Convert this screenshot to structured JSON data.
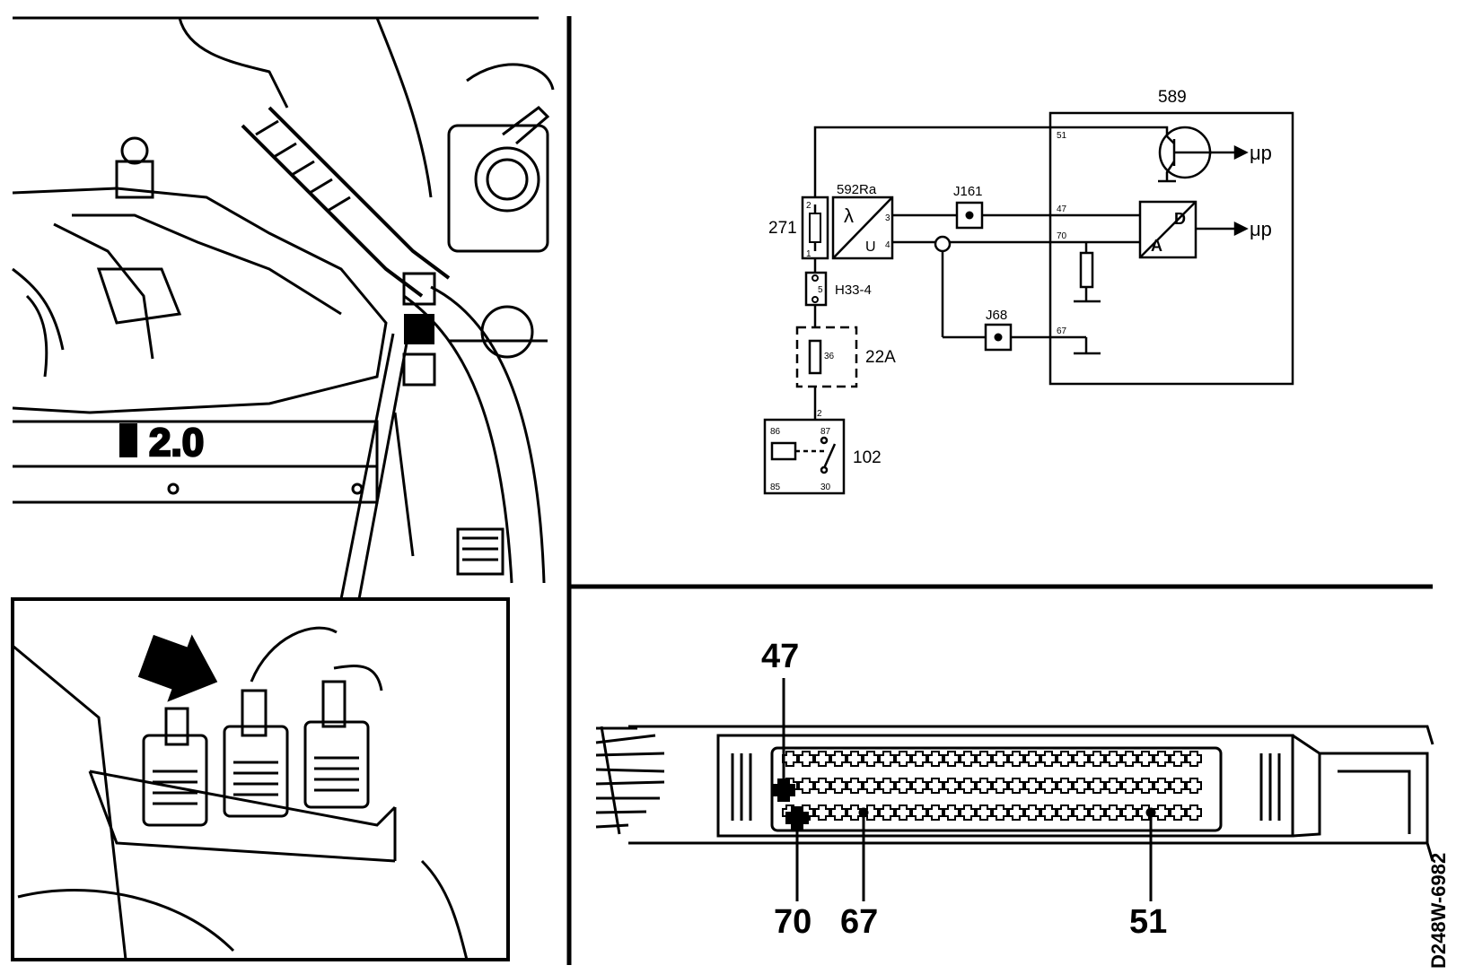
{
  "engine_view": {
    "badge": "2.0"
  },
  "schematic": {
    "ecu": {
      "id": "589"
    },
    "sensor": {
      "id": "592Ra",
      "lambda": "λ",
      "u": "U",
      "pin_a": "3",
      "pin_b": "4"
    },
    "heater_connector": {
      "id": "271",
      "pin_top": "2",
      "pin_bottom": "1"
    },
    "connector_h33": {
      "id": "H33-4",
      "pin": "5"
    },
    "fuse": {
      "id": "22A",
      "pin": "36"
    },
    "relay": {
      "id": "102",
      "pin_86": "86",
      "pin_87": "87",
      "pin_85": "85",
      "pin_30": "30",
      "pin_top": "2"
    },
    "junction_1": {
      "id": "J161"
    },
    "junction_2": {
      "id": "J68"
    },
    "ecu_pins": {
      "p51": "51",
      "p47": "47",
      "p70": "70",
      "p67": "67"
    },
    "converter": {
      "d": "D",
      "a": "A"
    },
    "output_top": "μp",
    "output_bottom": "μp"
  },
  "connector_view": {
    "pin_47": "47",
    "pin_70": "70",
    "pin_67": "67",
    "pin_51": "51"
  },
  "figure_code": "D248W-6982"
}
